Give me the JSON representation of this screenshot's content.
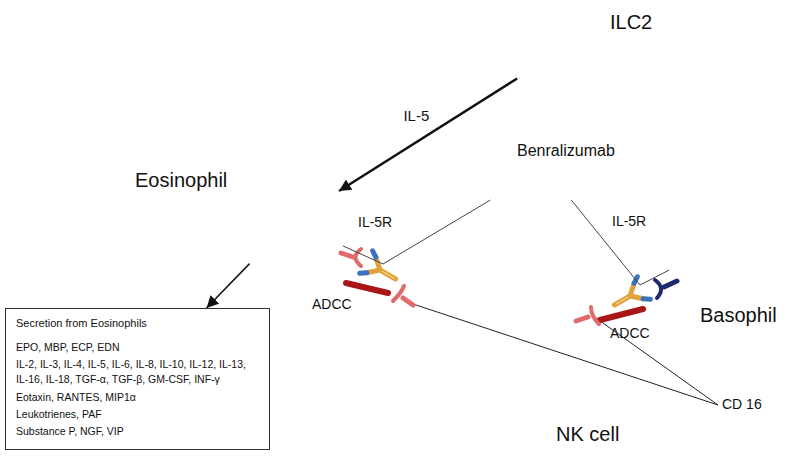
{
  "diagram": {
    "nodes": [
      {
        "text": [
          "ILC2"
        ]
      },
      {
        "text": [
          "Benralizumab"
        ]
      },
      {
        "text": [
          "Eosinophil"
        ]
      },
      {
        "text": [
          "Basophil"
        ]
      },
      {
        "text": [
          "Secretion from Eosinophils",
          "EPO, MBP, ECP, EDN",
          "IL-2, IL-3, IL-4, IL-5, IL-6, IL-8, IL-10, IL-12, IL-13, IL-16, IL-18, TGF-α, TGF-β, GM-CSF, INF-γ",
          "Eotaxin, RANTES, MIP1α",
          "Leukotrienes, PAF",
          "Substance P, NGF, VIP"
        ]
      },
      {
        "text": [
          "NK cell"
        ]
      }
    ],
    "edges": [
      {
        "from": 0,
        "to": 2,
        "label": "IL-5",
        "arrow": "to"
      },
      {
        "from": 2,
        "to": 4,
        "arrow": "to"
      },
      {
        "from": 1,
        "to": 2,
        "arrow": "none"
      },
      {
        "from": 1,
        "to": 3,
        "arrow": "none"
      }
    ],
    "labels": [
      "IL-5R",
      "IL-5R",
      "ADCC",
      "ADCC",
      "CD 16"
    ]
  }
}
